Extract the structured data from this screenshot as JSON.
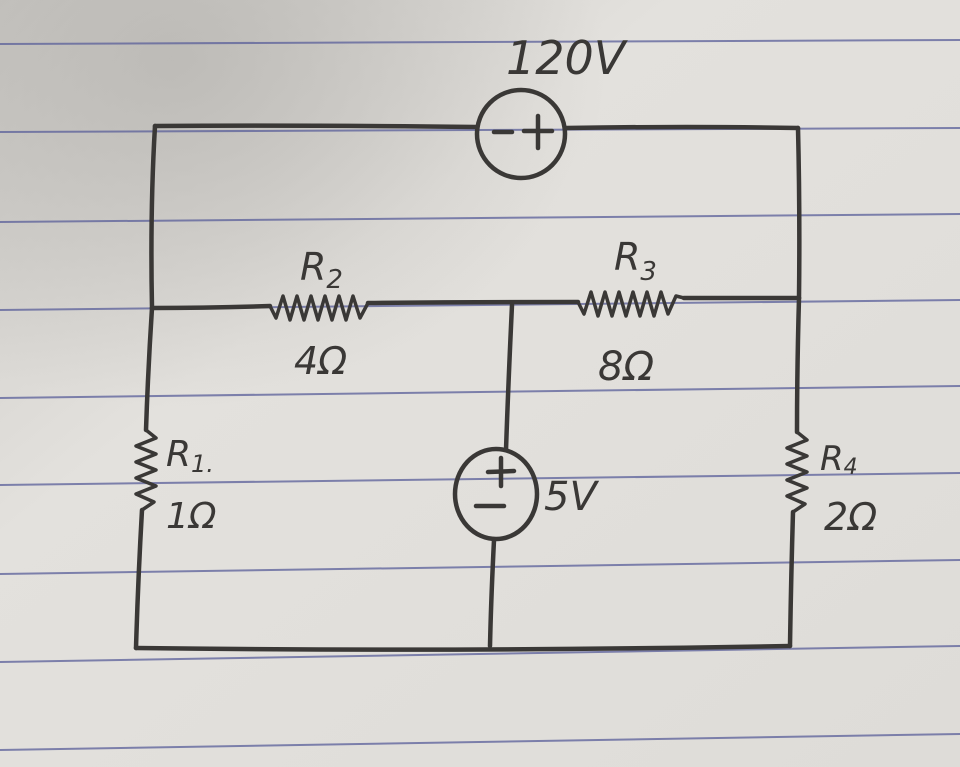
{
  "sources": {
    "top": {
      "value_label": "120V",
      "minus": "−",
      "plus": "+"
    },
    "middle": {
      "value_label": "5V",
      "minus": "−",
      "plus": "+"
    }
  },
  "resistors": {
    "r1": {
      "name": "R",
      "subscript": "1.",
      "value": "1Ω"
    },
    "r2": {
      "name": "R",
      "subscript": "2",
      "value": "4Ω"
    },
    "r3": {
      "name": "R",
      "subscript": "3",
      "value": "8Ω"
    },
    "r4": {
      "name": "R",
      "subscript": "4",
      "value": "2Ω"
    }
  },
  "colors": {
    "paper": "#e6e4e0",
    "ink": "#3a3836",
    "rule": "#5a5f9a"
  }
}
